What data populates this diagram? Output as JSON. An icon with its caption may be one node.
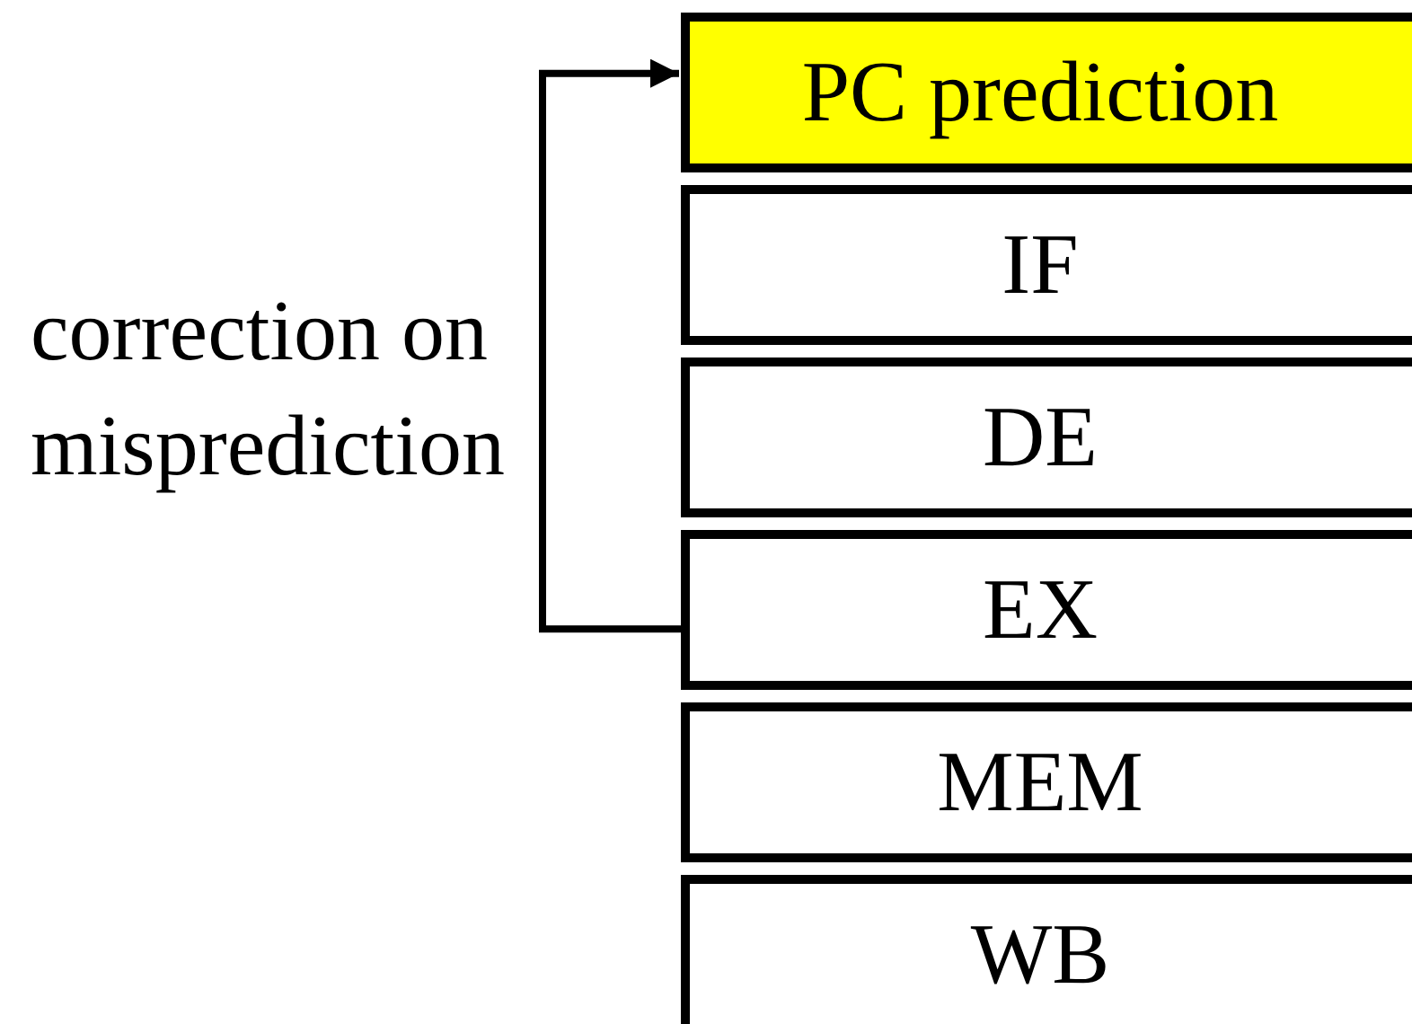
{
  "diagram": {
    "nodes": [
      {
        "text": [
          "PC prediction"
        ]
      },
      {
        "text": [
          "IF"
        ]
      },
      {
        "text": [
          "DE"
        ]
      },
      {
        "text": [
          "EX"
        ]
      },
      {
        "text": [
          "MEM"
        ]
      },
      {
        "text": [
          "WB"
        ]
      }
    ],
    "edges": [
      {
        "from": 3,
        "to": 0,
        "arrow": "to",
        "label": "correction on misprediction"
      }
    ]
  }
}
